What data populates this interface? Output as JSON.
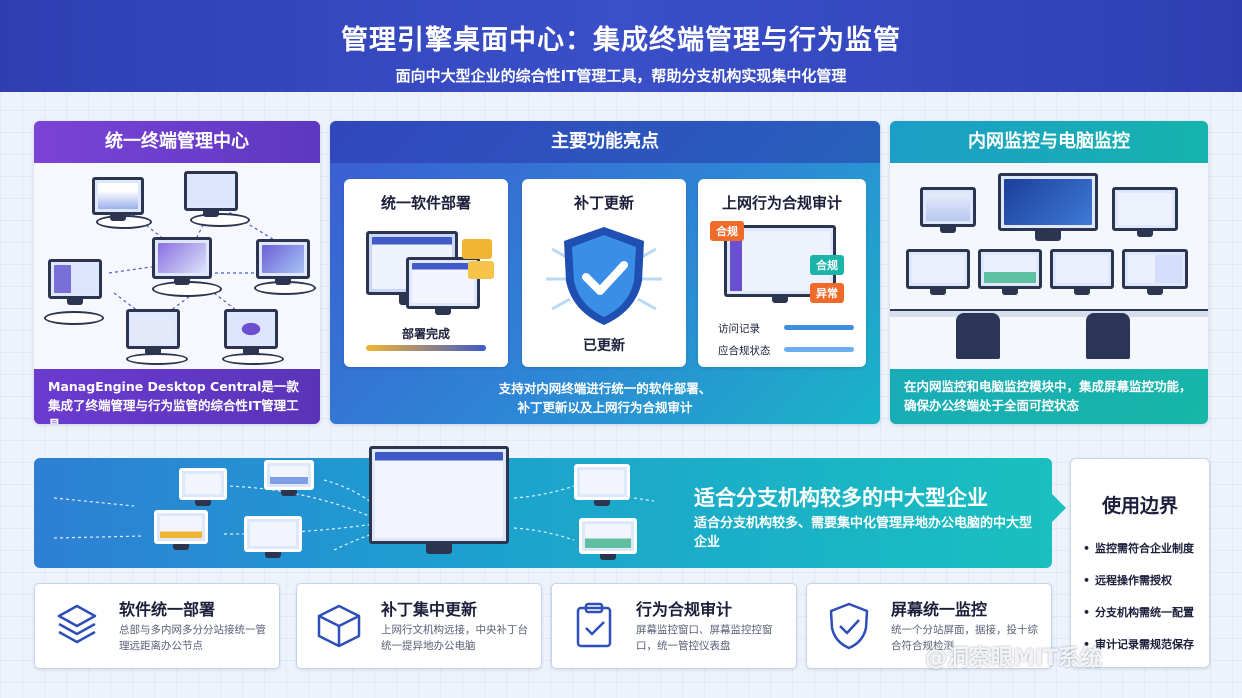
{
  "header": {
    "title": "管理引擎桌面中心：集成终端管理与行为监管",
    "subtitle": "面向中大型企业的综合性IT管理工具，帮助分支机构实现集中化管理"
  },
  "left_panel": {
    "title": "统一终端管理中心",
    "description": "ManagEngine Desktop Central是一款集成了终端管理与行为监管的综合性IT管理工具"
  },
  "mid_panel": {
    "title": "主要功能亮点",
    "cards": [
      {
        "title": "统一软件部署",
        "caption": "部署完成",
        "progress": 1.0
      },
      {
        "title": "补丁更新",
        "caption": "已更新"
      },
      {
        "title": "上网行为合规审计",
        "tags": [
          "合规",
          "合规",
          "异常"
        ],
        "rows": [
          "访问记录",
          "应合规状态"
        ]
      }
    ],
    "description_line1": "支持对内网终端进行统一的软件部署、",
    "description_line2": "补丁更新以及上网行为合规审计"
  },
  "right_panel": {
    "title": "内网监控与电脑监控",
    "description": "在内网监控和电脑监控模块中，集成屏幕监控功能，确保办公终端处于全面可控状态"
  },
  "banner": {
    "title": "适合分支机构较多的中大型企业",
    "description": "适合分支机构较多、需要集中化管理异地办公电脑的中大型企业"
  },
  "boundary": {
    "title": "使用边界",
    "items": [
      "监控需符合企业制度",
      "远程操作需授权",
      "分支机构需统一配置",
      "审计记录需规范保存"
    ]
  },
  "bottom_cards": [
    {
      "title": "软件统一部署",
      "desc": "总部与多内网多分分站接统一管理远距离办公节点",
      "icon": "layers-icon"
    },
    {
      "title": "补丁集中更新",
      "desc": "上网行文机构远接，中央补丁台统一提异地办公电脑",
      "icon": "box-icon"
    },
    {
      "title": "行为合规审计",
      "desc": "屏幕监控窗口、屏幕监控控窗口，统一管控仪表盘",
      "icon": "checklist-icon"
    },
    {
      "title": "屏幕统一监控",
      "desc": "统一个分站屏面，据接，投十综合符合规检测",
      "icon": "shield-check-icon"
    }
  ],
  "watermark": "@洞察眼MIT系统",
  "colors": {
    "header": "#2f3fb2",
    "purple": "#6a3fc7",
    "teal": "#17b6a6",
    "blue": "#2e7fd4"
  }
}
